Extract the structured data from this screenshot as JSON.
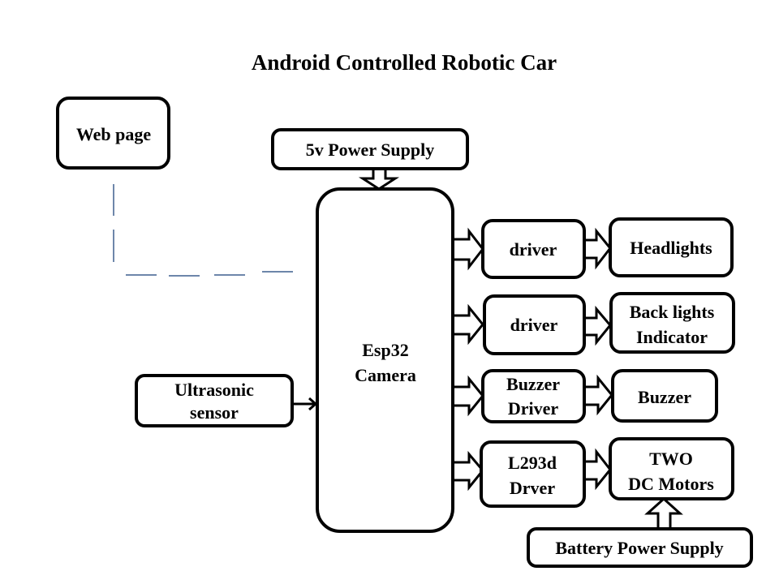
{
  "title": "Android Controlled Robotic Car",
  "colors": {
    "stroke": "#000000",
    "background": "#ffffff",
    "wireless_link": "#3d5f8e"
  },
  "blocks": {
    "web_page": {
      "lines": [
        "Web page"
      ]
    },
    "power_5v": {
      "lines": [
        "5v Power Supply"
      ]
    },
    "esp32": {
      "lines": [
        "Esp32",
        "Camera"
      ]
    },
    "ultrasonic": {
      "lines": [
        "Ultrasonic",
        "sensor"
      ]
    },
    "driver1": {
      "lines": [
        "driver"
      ]
    },
    "driver2": {
      "lines": [
        "driver"
      ]
    },
    "buzzer_driver": {
      "lines": [
        "Buzzer",
        "Driver"
      ]
    },
    "l293d": {
      "lines": [
        "L293d",
        "Drver"
      ]
    },
    "headlights": {
      "lines": [
        "Headlights"
      ]
    },
    "backlights": {
      "lines": [
        "Back lights",
        "Indicator"
      ]
    },
    "buzzer": {
      "lines": [
        "Buzzer"
      ]
    },
    "motors": {
      "lines": [
        "TWO",
        "DC Motors"
      ]
    },
    "battery": {
      "lines": [
        "Battery Power Supply"
      ]
    }
  },
  "connections": [
    {
      "from": "power_5v",
      "to": "esp32",
      "style": "block-arrow"
    },
    {
      "from": "web_page",
      "to": "esp32",
      "style": "dashed"
    },
    {
      "from": "ultrasonic",
      "to": "esp32",
      "style": "arrow"
    },
    {
      "from": "esp32",
      "to": "driver1",
      "style": "block-arrow"
    },
    {
      "from": "esp32",
      "to": "driver2",
      "style": "block-arrow"
    },
    {
      "from": "esp32",
      "to": "buzzer_driver",
      "style": "block-arrow"
    },
    {
      "from": "esp32",
      "to": "l293d",
      "style": "block-arrow"
    },
    {
      "from": "driver1",
      "to": "headlights",
      "style": "block-arrow"
    },
    {
      "from": "driver2",
      "to": "backlights",
      "style": "block-arrow"
    },
    {
      "from": "buzzer_driver",
      "to": "buzzer",
      "style": "block-arrow"
    },
    {
      "from": "l293d",
      "to": "motors",
      "style": "block-arrow"
    },
    {
      "from": "battery",
      "to": "motors",
      "style": "block-arrow"
    }
  ]
}
